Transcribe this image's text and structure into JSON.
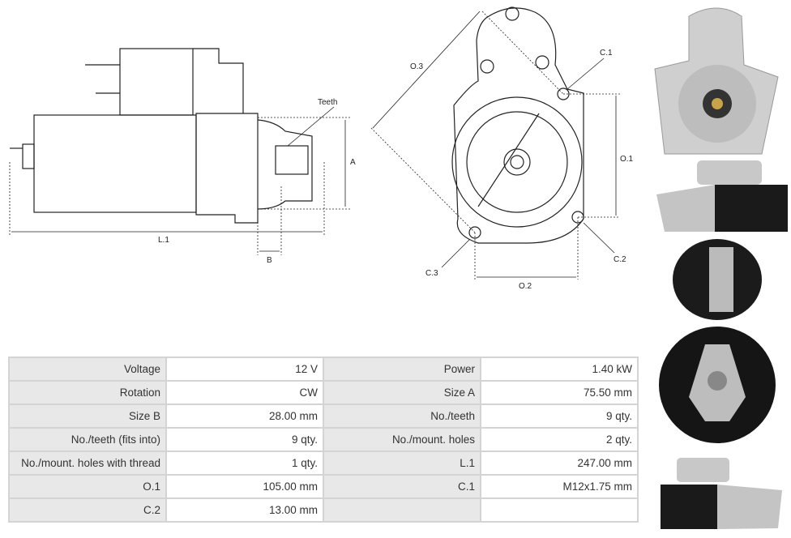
{
  "drawing": {
    "labels": {
      "teeth": "Teeth",
      "a": "A",
      "l1": "L.1",
      "b": "B",
      "o3": "O.3",
      "c1": "C.1",
      "o1": "O.1",
      "c2": "C.2",
      "c3": "C.3",
      "o2": "O.2"
    }
  },
  "specs": [
    [
      {
        "k": "Voltage",
        "v": "12 V"
      },
      {
        "k": "Power",
        "v": "1.40 kW"
      }
    ],
    [
      {
        "k": "Rotation",
        "v": "CW"
      },
      {
        "k": "Size A",
        "v": "75.50 mm"
      }
    ],
    [
      {
        "k": "Size B",
        "v": "28.00 mm"
      },
      {
        "k": "No./teeth",
        "v": "9 qty."
      }
    ],
    [
      {
        "k": "No./teeth (fits into)",
        "v": "9 qty."
      },
      {
        "k": "No./mount. holes",
        "v": "2 qty."
      }
    ],
    [
      {
        "k": "No./mount. holes with thread",
        "v": "1 qty."
      },
      {
        "k": "L.1",
        "v": "247.00 mm"
      }
    ],
    [
      {
        "k": "O.1",
        "v": "105.00 mm"
      },
      {
        "k": "C.1",
        "v": "M12x1.75 mm"
      }
    ],
    [
      {
        "k": "C.2",
        "v": "13.00 mm"
      },
      {
        "k": "",
        "v": ""
      }
    ]
  ]
}
